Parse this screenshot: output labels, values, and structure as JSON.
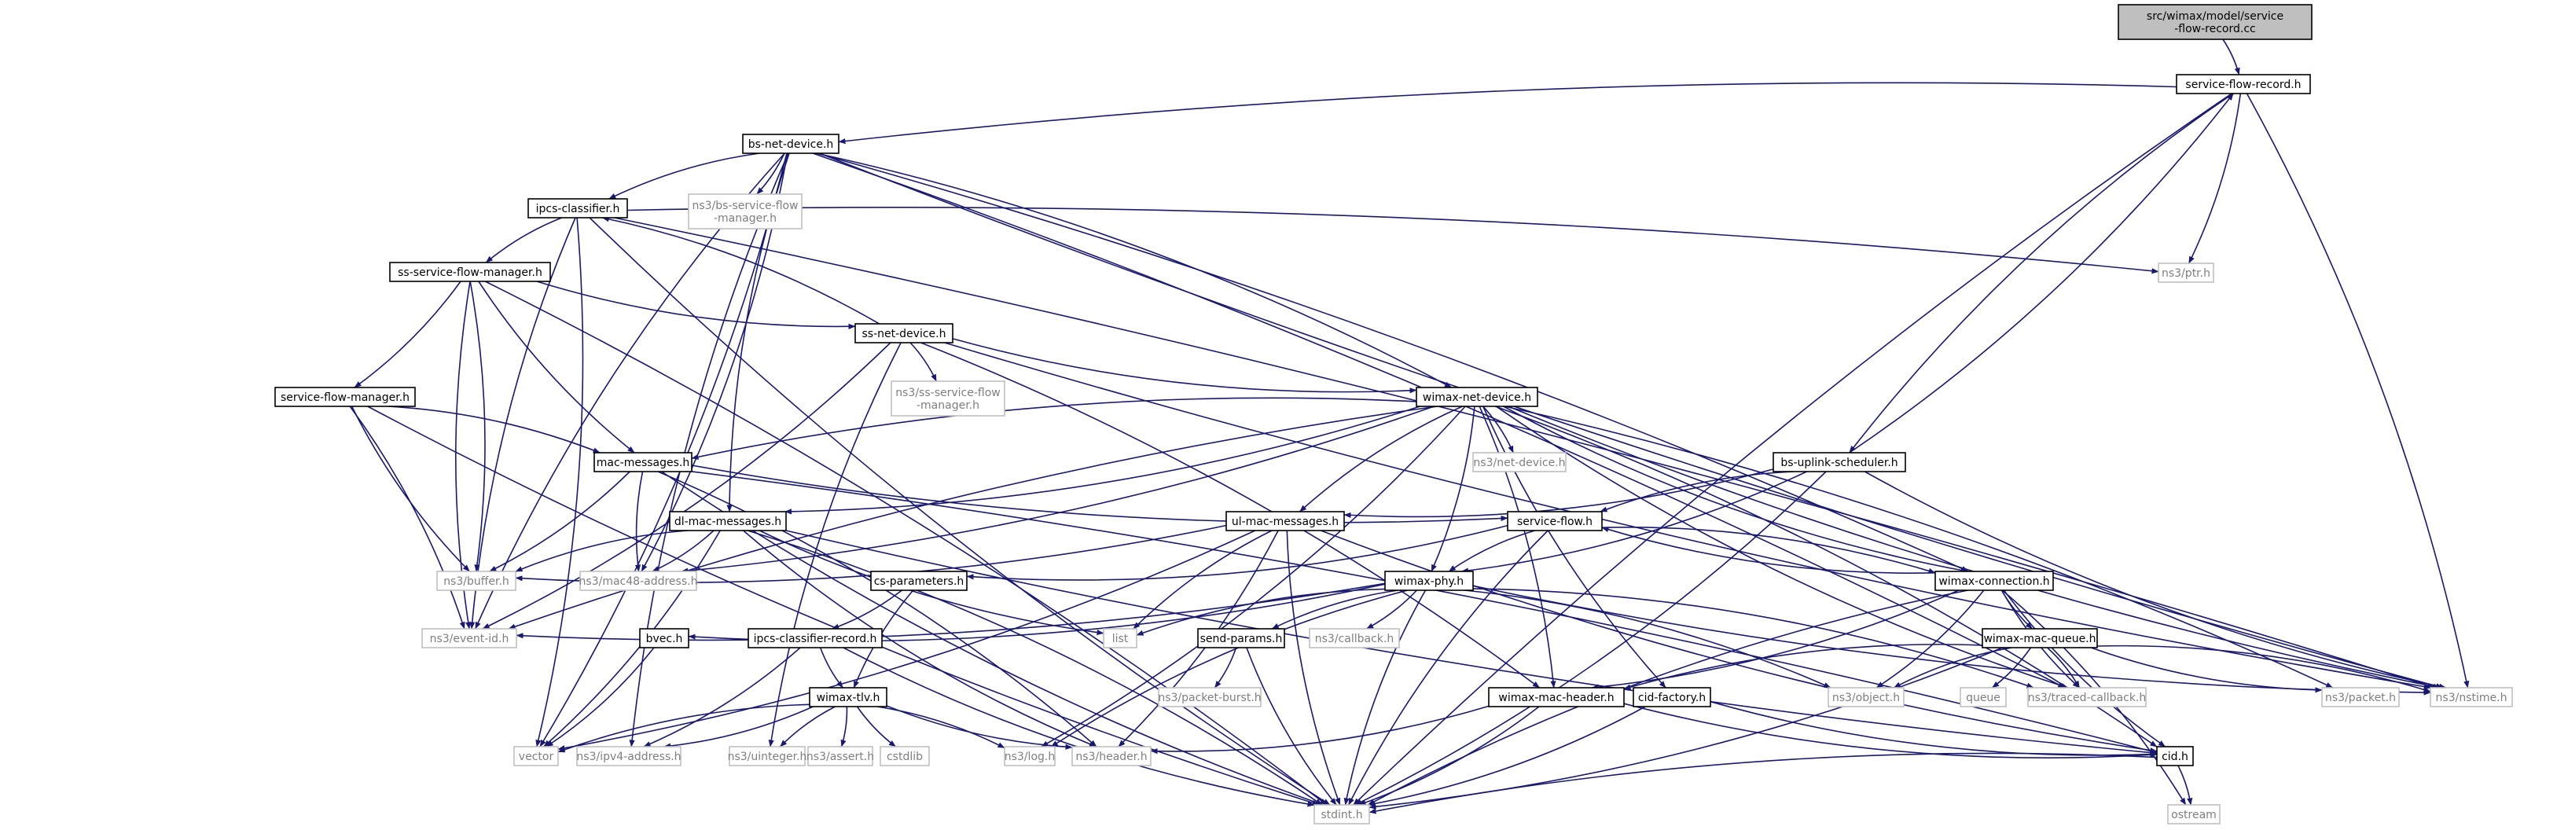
{
  "colors": {
    "background": "#ffffff",
    "node_fill": "#ffffff",
    "node_border": "#000000",
    "root_fill": "#bfbfbf",
    "external_border": "#bfbfbf",
    "external_text": "#7f7f7f",
    "edge": "#191970"
  },
  "nodes": {
    "root": {
      "lines": [
        "src/wimax/model/service",
        "-flow-record.cc"
      ],
      "kind": "root"
    },
    "sfr": {
      "lines": [
        "service-flow-record.h"
      ],
      "kind": "file"
    },
    "bsnet": {
      "lines": [
        "bs-net-device.h"
      ],
      "kind": "file"
    },
    "bssfm": {
      "lines": [
        "ns3/bs-service-flow",
        "-manager.h"
      ],
      "kind": "ext"
    },
    "ipcs": {
      "lines": [
        "ipcs-classifier.h"
      ],
      "kind": "file"
    },
    "ptr": {
      "lines": [
        "ns3/ptr.h"
      ],
      "kind": "ext"
    },
    "sssfm": {
      "lines": [
        "ss-service-flow-manager.h"
      ],
      "kind": "file"
    },
    "ssnet": {
      "lines": [
        "ss-net-device.h"
      ],
      "kind": "file"
    },
    "sssfm2": {
      "lines": [
        "ns3/ss-service-flow",
        "-manager.h"
      ],
      "kind": "ext"
    },
    "sfm": {
      "lines": [
        "service-flow-manager.h"
      ],
      "kind": "file"
    },
    "wnd": {
      "lines": [
        "wimax-net-device.h"
      ],
      "kind": "file"
    },
    "macmsg": {
      "lines": [
        "mac-messages.h"
      ],
      "kind": "file"
    },
    "netdev": {
      "lines": [
        "ns3/net-device.h"
      ],
      "kind": "ext"
    },
    "bsus": {
      "lines": [
        "bs-uplink-scheduler.h"
      ],
      "kind": "file"
    },
    "dlmac": {
      "lines": [
        "dl-mac-messages.h"
      ],
      "kind": "file"
    },
    "ulmac": {
      "lines": [
        "ul-mac-messages.h"
      ],
      "kind": "file"
    },
    "sflow": {
      "lines": [
        "service-flow.h"
      ],
      "kind": "file"
    },
    "buffer": {
      "lines": [
        "ns3/buffer.h"
      ],
      "kind": "ext"
    },
    "mac48": {
      "lines": [
        "ns3/mac48-address.h"
      ],
      "kind": "ext"
    },
    "wconn": {
      "lines": [
        "wimax-connection.h"
      ],
      "kind": "file"
    },
    "csparam": {
      "lines": [
        "cs-parameters.h"
      ],
      "kind": "file"
    },
    "wphy": {
      "lines": [
        "wimax-phy.h"
      ],
      "kind": "file"
    },
    "eventid": {
      "lines": [
        "ns3/event-id.h"
      ],
      "kind": "ext"
    },
    "bvec": {
      "lines": [
        "bvec.h"
      ],
      "kind": "file"
    },
    "icr": {
      "lines": [
        "ipcs-classifier-record.h"
      ],
      "kind": "file"
    },
    "list": {
      "lines": [
        "list"
      ],
      "kind": "ext"
    },
    "sendparams": {
      "lines": [
        "send-params.h"
      ],
      "kind": "file"
    },
    "callback": {
      "lines": [
        "ns3/callback.h"
      ],
      "kind": "ext"
    },
    "wmq": {
      "lines": [
        "wimax-mac-queue.h"
      ],
      "kind": "file"
    },
    "packetburst": {
      "lines": [
        "ns3/packet-burst.h"
      ],
      "kind": "ext"
    },
    "object": {
      "lines": [
        "ns3/object.h"
      ],
      "kind": "ext"
    },
    "queue": {
      "lines": [
        "queue"
      ],
      "kind": "ext"
    },
    "traced": {
      "lines": [
        "ns3/traced-callback.h"
      ],
      "kind": "ext"
    },
    "packet": {
      "lines": [
        "ns3/packet.h"
      ],
      "kind": "ext"
    },
    "nstime": {
      "lines": [
        "ns3/nstime.h"
      ],
      "kind": "ext"
    },
    "wtlv": {
      "lines": [
        "wimax-tlv.h"
      ],
      "kind": "file"
    },
    "wmh": {
      "lines": [
        "wimax-mac-header.h"
      ],
      "kind": "file"
    },
    "cidf": {
      "lines": [
        "cid-factory.h"
      ],
      "kind": "file"
    },
    "vector": {
      "lines": [
        "vector"
      ],
      "kind": "ext"
    },
    "ipv4": {
      "lines": [
        "ns3/ipv4-address.h"
      ],
      "kind": "ext"
    },
    "uinteger": {
      "lines": [
        "ns3/uinteger.h"
      ],
      "kind": "ext"
    },
    "assert": {
      "lines": [
        "ns3/assert.h"
      ],
      "kind": "ext"
    },
    "cstdlib": {
      "lines": [
        "cstdlib"
      ],
      "kind": "ext"
    },
    "log": {
      "lines": [
        "ns3/log.h"
      ],
      "kind": "ext"
    },
    "header": {
      "lines": [
        "ns3/header.h"
      ],
      "kind": "ext"
    },
    "cid": {
      "lines": [
        "cid.h"
      ],
      "kind": "file"
    },
    "stdint": {
      "lines": [
        "stdint.h"
      ],
      "kind": "ext"
    },
    "ostream": {
      "lines": [
        "ostream"
      ],
      "kind": "ext"
    }
  },
  "edges": [
    [
      "root",
      "sfr"
    ],
    [
      "sfr",
      "bsnet"
    ],
    [
      "sfr",
      "ptr"
    ],
    [
      "sfr",
      "bsus"
    ],
    [
      "sfr",
      "nstime"
    ],
    [
      "sfr",
      "stdint"
    ],
    [
      "bsnet",
      "bssfm"
    ],
    [
      "bsnet",
      "ipcs"
    ],
    [
      "bsnet",
      "wnd"
    ],
    [
      "bsnet",
      "dlmac"
    ],
    [
      "bsnet",
      "mac48"
    ],
    [
      "bsnet",
      "eventid"
    ],
    [
      "bsnet",
      "vector"
    ],
    [
      "bsnet",
      "ipv4"
    ],
    [
      "bsnet",
      "wconn"
    ],
    [
      "bsnet",
      "nstime"
    ],
    [
      "bsnet",
      "traced"
    ],
    [
      "ipcs",
      "sssfm"
    ],
    [
      "ipcs",
      "ptr"
    ],
    [
      "ipcs",
      "eventid"
    ],
    [
      "ipcs",
      "vector"
    ],
    [
      "ipcs",
      "stdint"
    ],
    [
      "ipcs",
      "nstime"
    ],
    [
      "sssfm",
      "ssnet"
    ],
    [
      "sssfm",
      "sfm"
    ],
    [
      "sssfm",
      "macmsg"
    ],
    [
      "sssfm",
      "buffer"
    ],
    [
      "sssfm",
      "eventid"
    ],
    [
      "sssfm",
      "stdint"
    ],
    [
      "ssnet",
      "ipcs"
    ],
    [
      "ssnet",
      "sssfm2"
    ],
    [
      "ssnet",
      "wnd"
    ],
    [
      "ssnet",
      "eventid"
    ],
    [
      "ssnet",
      "uinteger"
    ],
    [
      "ssnet",
      "wmh"
    ],
    [
      "ssnet",
      "nstime"
    ],
    [
      "sfm",
      "macmsg"
    ],
    [
      "sfm",
      "buffer"
    ],
    [
      "sfm",
      "eventid"
    ],
    [
      "sfm",
      "stdint"
    ],
    [
      "wnd",
      "netdev"
    ],
    [
      "wnd",
      "macmsg"
    ],
    [
      "wnd",
      "dlmac"
    ],
    [
      "wnd",
      "ulmac"
    ],
    [
      "wnd",
      "wphy"
    ],
    [
      "wnd",
      "wconn"
    ],
    [
      "wnd",
      "wmh"
    ],
    [
      "wnd",
      "cidf"
    ],
    [
      "wnd",
      "mac48"
    ],
    [
      "wnd",
      "eventid"
    ],
    [
      "wnd",
      "log"
    ],
    [
      "wnd",
      "nstime"
    ],
    [
      "wnd",
      "packet"
    ],
    [
      "wnd",
      "traced"
    ],
    [
      "wnd",
      "cid"
    ],
    [
      "macmsg",
      "sflow"
    ],
    [
      "macmsg",
      "buffer"
    ],
    [
      "macmsg",
      "mac48"
    ],
    [
      "macmsg",
      "header"
    ],
    [
      "macmsg",
      "stdint"
    ],
    [
      "macmsg",
      "cid"
    ],
    [
      "bsus",
      "sfr"
    ],
    [
      "bsus",
      "ulmac"
    ],
    [
      "bsus",
      "sflow"
    ],
    [
      "bsus",
      "wphy"
    ],
    [
      "bsus",
      "nstime"
    ],
    [
      "bsus",
      "stdint"
    ],
    [
      "dlmac",
      "buffer"
    ],
    [
      "dlmac",
      "mac48"
    ],
    [
      "dlmac",
      "list"
    ],
    [
      "dlmac",
      "vector"
    ],
    [
      "dlmac",
      "header"
    ],
    [
      "dlmac",
      "stdint"
    ],
    [
      "dlmac",
      "cid"
    ],
    [
      "ulmac",
      "buffer"
    ],
    [
      "ulmac",
      "list"
    ],
    [
      "ulmac",
      "header"
    ],
    [
      "ulmac",
      "stdint"
    ],
    [
      "ulmac",
      "vector"
    ],
    [
      "ulmac",
      "cid"
    ],
    [
      "sflow",
      "csparam"
    ],
    [
      "sflow",
      "wphy"
    ],
    [
      "sflow",
      "wconn"
    ],
    [
      "sflow",
      "stdint"
    ],
    [
      "wconn",
      "sflow"
    ],
    [
      "wconn",
      "wmq"
    ],
    [
      "wconn",
      "wmh"
    ],
    [
      "wconn",
      "cid"
    ],
    [
      "wconn",
      "object"
    ],
    [
      "wconn",
      "stdint"
    ],
    [
      "wconn",
      "ostream"
    ],
    [
      "wconn",
      "traced"
    ],
    [
      "csparam",
      "icr"
    ],
    [
      "csparam",
      "wtlv"
    ],
    [
      "wphy",
      "bvec"
    ],
    [
      "wphy",
      "sendparams"
    ],
    [
      "wphy",
      "callback"
    ],
    [
      "wphy",
      "list"
    ],
    [
      "wphy",
      "eventid"
    ],
    [
      "wphy",
      "log"
    ],
    [
      "wphy",
      "object"
    ],
    [
      "wphy",
      "nstime"
    ],
    [
      "wphy",
      "traced"
    ],
    [
      "wphy",
      "stdint"
    ],
    [
      "bvec",
      "vector"
    ],
    [
      "icr",
      "wtlv"
    ],
    [
      "icr",
      "ipv4"
    ],
    [
      "icr",
      "stdint"
    ],
    [
      "sendparams",
      "packetburst"
    ],
    [
      "sendparams",
      "stdint"
    ],
    [
      "wmq",
      "queue"
    ],
    [
      "wmq",
      "object"
    ],
    [
      "wmq",
      "traced"
    ],
    [
      "wmq",
      "packet"
    ],
    [
      "wmq",
      "nstime"
    ],
    [
      "wmq",
      "wmh"
    ],
    [
      "wmq",
      "stdint"
    ],
    [
      "wtlv",
      "vector"
    ],
    [
      "wtlv",
      "ipv4"
    ],
    [
      "wtlv",
      "uinteger"
    ],
    [
      "wtlv",
      "assert"
    ],
    [
      "wtlv",
      "cstdlib"
    ],
    [
      "wtlv",
      "log"
    ],
    [
      "wtlv",
      "header"
    ],
    [
      "wmh",
      "header"
    ],
    [
      "wmh",
      "cid"
    ],
    [
      "wmh",
      "stdint"
    ],
    [
      "cidf",
      "cid"
    ],
    [
      "cidf",
      "stdint"
    ],
    [
      "cid",
      "stdint"
    ],
    [
      "cid",
      "ostream"
    ]
  ]
}
